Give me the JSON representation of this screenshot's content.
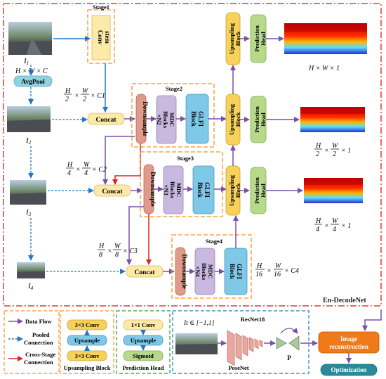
{
  "colors": {
    "outer_frame": "#e53935",
    "stage_frame": "#ff8f1f",
    "flow": "#7b4fa8",
    "pooled": "#1e78c8",
    "cross_stage": "#e02020",
    "concat": "#fde9a8",
    "avgpool": "#8fd3e0",
    "downsample": "#e09a8a",
    "mdc": "#c9b8e0",
    "glfi": "#7fc8e8",
    "upsampling": "#f7d25a",
    "head": "#b6d98a",
    "sigmoid": "#b6d98a",
    "image_recon": "#ef7a1a",
    "optimization": "#2a8a9a"
  },
  "inputs": {
    "i1": "I1",
    "i1_sub": "1",
    "i2": "I2",
    "i2_sub": "2",
    "i3": "I3",
    "i3_sub": "3",
    "i4": "I4",
    "i4_sub": "4",
    "hwc": "H × W × C"
  },
  "avgpool": "AvgPool",
  "stage1": {
    "title": "Stage1",
    "conv": "Conv",
    "stem": "stem"
  },
  "stage2": {
    "title": "Stage2"
  },
  "stage3": {
    "title": "Stage3"
  },
  "stage4": {
    "title": "Stage4"
  },
  "blocks": {
    "concat": "Concat",
    "downsample": "Downsample",
    "mdc_1": "MDC",
    "mdc_2": "Blocks",
    "n2": "×N2",
    "n3": "×N3",
    "n4": "×N4",
    "glfi_1": "GLFI",
    "glfi_2": "Block",
    "up_1": "Upsampling",
    "up_2": "Block",
    "head_1": "Prediction",
    "head_2": "Head"
  },
  "dims": {
    "h2": "H",
    "d2": "2",
    "w2": "W",
    "c1": "× C1",
    "h4": "H",
    "d4": "4",
    "w4": "W",
    "c2": "× C2",
    "h8": "H",
    "d8": "8",
    "w8": "W",
    "c3": "× C3",
    "h16": "H",
    "d16": "16",
    "w16": "W",
    "c4": "× C4",
    "out1": "H × W × 1",
    "out2_h": "H",
    "out2_d": "2",
    "out2_w": "W",
    "out2_1": "× 1",
    "out3_h": "H",
    "out3_d": "4",
    "out3_w": "W",
    "out3_1": "× 1"
  },
  "en_decode": "En-DecodeNet",
  "legend": {
    "data_flow": "Data Flow",
    "pooled_1": "Pooled",
    "pooled_2": "Connection",
    "cross_1": "Cross-Stage",
    "cross_2": "Connection",
    "conv33_a": "3×3 Conv",
    "upsample": "Upsample",
    "conv33_b": "3×3 Conv",
    "up_block_caption": "Upsampling Block",
    "conv11": "1×1 Conv",
    "up2": "Upsample",
    "sigmoid": "Sigmoid",
    "head_caption": "Prediction Head"
  },
  "posenet": {
    "range": "It ∈ [−1,1]",
    "resnet": "ResNet18",
    "p": "P",
    "caption": "PoseNet"
  },
  "image_recon_1": "Image",
  "image_recon_2": "reconstruction",
  "optimization": "Optimization"
}
